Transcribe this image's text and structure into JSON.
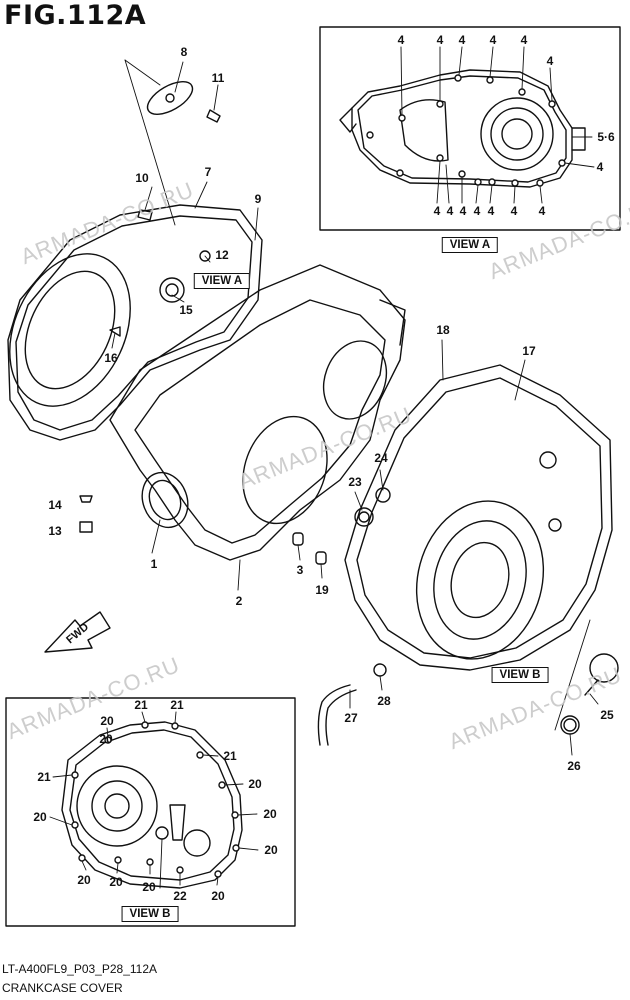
{
  "figure_title": "FIG.112A",
  "footer": {
    "code": "LT-A400FL9_P03_P28_112A",
    "name": "CRANKCASE COVER"
  },
  "watermark_text": "ARMADA-CO.RU",
  "view_labels": {
    "a_box": "VIEW A",
    "a_main": "VIEW A",
    "b_main": "VIEW B",
    "b_box": "VIEW B"
  },
  "fwd_label": "FWD",
  "callouts": {
    "c1": "1",
    "c2": "2",
    "c3": "3",
    "c7": "7",
    "c8": "8",
    "c9": "9",
    "c10": "10",
    "c11": "11",
    "c12": "12",
    "c13": "13",
    "c14": "14",
    "c15": "15",
    "c16": "16",
    "c17": "17",
    "c18": "18",
    "c19": "19",
    "c23": "23",
    "c24": "24",
    "c25": "25",
    "c26": "26",
    "c27": "27",
    "c28": "28",
    "a1": "4",
    "a2": "4",
    "a3": "4",
    "a4": "4",
    "a5": "4",
    "a6": "4",
    "a7": "5·6",
    "a8": "4",
    "a9": "4",
    "a10": "4",
    "a11": "4",
    "a12": "4",
    "a13": "4",
    "a14": "4",
    "a15": "4",
    "b1": "21",
    "b2": "21",
    "b3": "20",
    "b4": "20",
    "b5": "21",
    "b6": "21",
    "b7": "20",
    "b8": "20",
    "b9": "20",
    "b10": "20",
    "b11": "20",
    "b12": "20",
    "b13": "20",
    "b14": "20",
    "b15": "22"
  }
}
